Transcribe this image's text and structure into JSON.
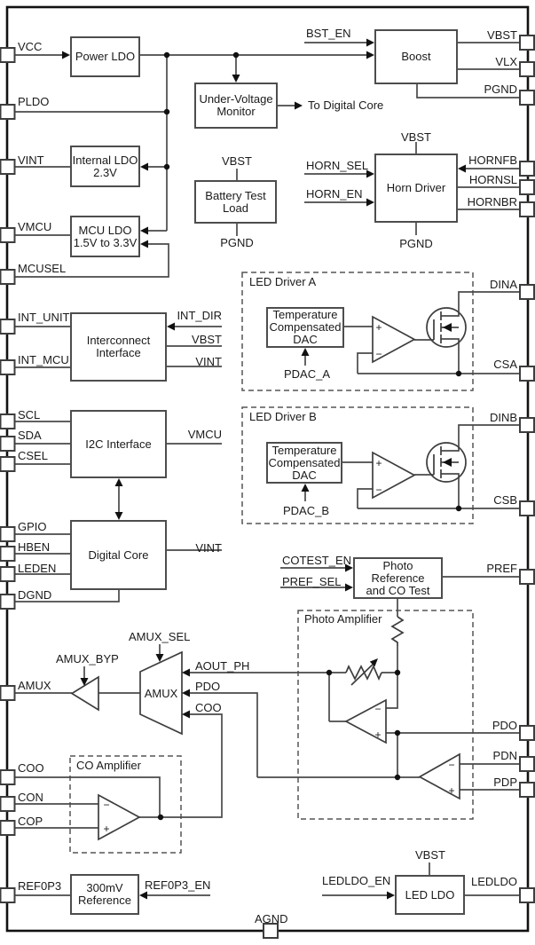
{
  "blocks": {
    "power_ldo": "Power LDO",
    "boost": "Boost",
    "uv_monitor": "Under-Voltage\nMonitor",
    "internal_ldo": "Internal LDO\n2.3V",
    "battery_test": "Battery Test\nLoad",
    "horn_driver": "Horn Driver",
    "mcu_ldo": "MCU LDO\n1.5V to 3.3V",
    "interconnect": "Interconnect\nInterface",
    "i2c": "I2C Interface",
    "digital_core": "Digital Core",
    "photo_ref": "Photo Reference\nand CO Test",
    "dac_a": "Temperature\nCompensated\nDAC",
    "dac_b": "Temperature\nCompensated\nDAC",
    "ref300": "300mV\nReference",
    "led_ldo": "LED LDO",
    "amux": "AMUX"
  },
  "groups": {
    "led_driver_a": "LED Driver A",
    "led_driver_b": "LED Driver B",
    "photo_amp": "Photo Amplifier",
    "co_amp": "CO Amplifier"
  },
  "pins": {
    "left": [
      "VCC",
      "PLDO",
      "VINT",
      "VMCU",
      "MCUSEL",
      "INT_UNIT",
      "INT_MCU",
      "SCL",
      "SDA",
      "CSEL",
      "GPIO",
      "HBEN",
      "LEDEN",
      "DGND",
      "AMUX",
      "COO",
      "CON",
      "COP",
      "REF0P3"
    ],
    "right": [
      "VBST",
      "VLX",
      "PGND",
      "HORNFB",
      "HORNSL",
      "HORNBR",
      "DINA",
      "CSA",
      "DINB",
      "CSB",
      "PREF",
      "PDO",
      "PDN",
      "PDP",
      "LEDLDO"
    ],
    "bottom": [
      "AGND"
    ]
  },
  "signals": {
    "bst_en": "BST_EN",
    "to_digital_core": "To Digital Core",
    "vbst_battery": "VBST",
    "pgnd_battery": "PGND",
    "vbst_horn": "VBST",
    "pgnd_horn": "PGND",
    "horn_sel": "HORN_SEL",
    "horn_en": "HORN_EN",
    "int_dir": "INT_DIR",
    "vbst_interconnect": "VBST",
    "vint_interconnect": "VINT",
    "vmcu_i2c": "VMCU",
    "vint_core": "VINT",
    "pdac_a": "PDAC_A",
    "pdac_b": "PDAC_B",
    "cotest_en": "COTEST_EN",
    "pref_sel": "PREF_SEL",
    "amux_sel": "AMUX_SEL",
    "amux_byp": "AMUX_BYP",
    "aout_ph": "AOUT_PH",
    "pdo_mux": "PDO",
    "coo_mux": "COO",
    "ref0p3_en": "REF0P3_EN",
    "ledldo_en": "LEDLDO_EN",
    "vbst_ledldo": "VBST",
    "plus": "+",
    "minus": "−"
  }
}
